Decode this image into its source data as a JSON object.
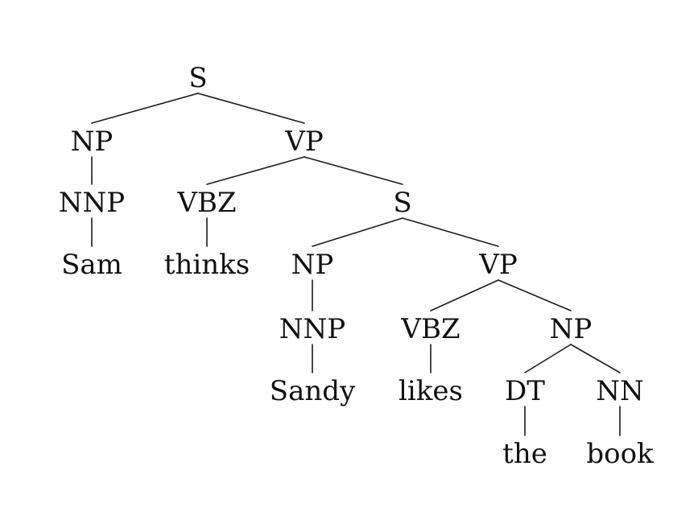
{
  "tree": {
    "label": "S",
    "children": [
      {
        "label": "NP",
        "children": [
          {
            "label": "NNP",
            "children": [
              {
                "label": "Sam",
                "children": []
              }
            ]
          }
        ]
      },
      {
        "label": "VP",
        "children": [
          {
            "label": "VBZ",
            "children": [
              {
                "label": "thinks",
                "children": []
              }
            ]
          },
          {
            "label": "S",
            "children": [
              {
                "label": "NP",
                "children": [
                  {
                    "label": "NNP",
                    "children": [
                      {
                        "label": "Sandy",
                        "children": []
                      }
                    ]
                  }
                ]
              },
              {
                "label": "VP",
                "children": [
                  {
                    "label": "VBZ",
                    "children": [
                      {
                        "label": "likes",
                        "children": []
                      }
                    ]
                  },
                  {
                    "label": "NP",
                    "children": [
                      {
                        "label": "DT",
                        "children": [
                          {
                            "label": "the",
                            "children": []
                          }
                        ]
                      },
                      {
                        "label": "NN",
                        "children": [
                          {
                            "label": "book",
                            "children": []
                          }
                        ]
                      }
                    ]
                  }
                ]
              }
            ]
          }
        ]
      }
    ]
  }
}
